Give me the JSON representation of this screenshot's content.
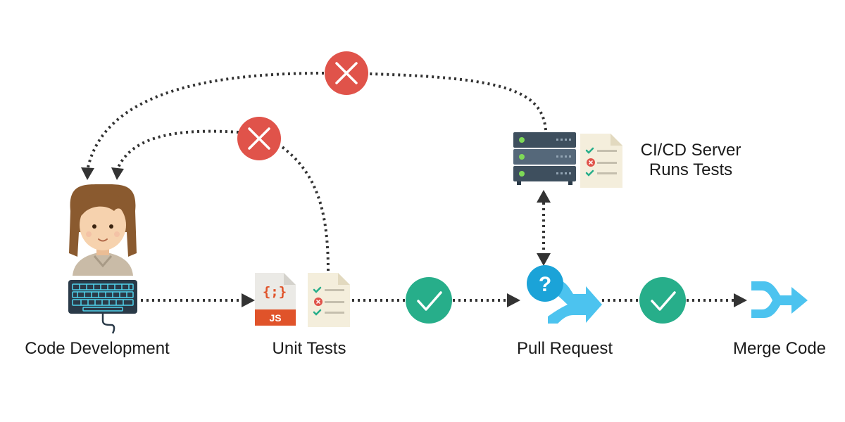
{
  "steps": {
    "code_development": "Code Development",
    "unit_tests": "Unit Tests",
    "pull_request": "Pull Request",
    "merge_code": "Merge Code",
    "ci_server_line1": "CI/CD Server",
    "ci_server_line2": "Runs Tests"
  },
  "file_icon": {
    "braces": "{;}",
    "ext": "JS"
  },
  "pull_request_badge": "?",
  "colors": {
    "success": "#27ae8a",
    "failure": "#e0534a",
    "merge_arrow": "#4cc3ef",
    "question": "#1ba3d8",
    "js_badge": "#e0532a",
    "server": "#3e4f5e",
    "paper": "#f4eedc",
    "keyboard": "#2a3a48",
    "keys": "#4fd3ee",
    "hair": "#8a5a2f",
    "skin": "#f6d2ae",
    "connector": "#333333"
  },
  "icons": {
    "developer": "developer-avatar-icon",
    "keyboard": "keyboard-icon",
    "js_file": "js-file-icon",
    "test_report": "test-report-icon",
    "server": "server-rack-icon",
    "check": "check-circle-icon",
    "fail": "x-circle-icon",
    "merge": "merge-arrow-icon"
  }
}
